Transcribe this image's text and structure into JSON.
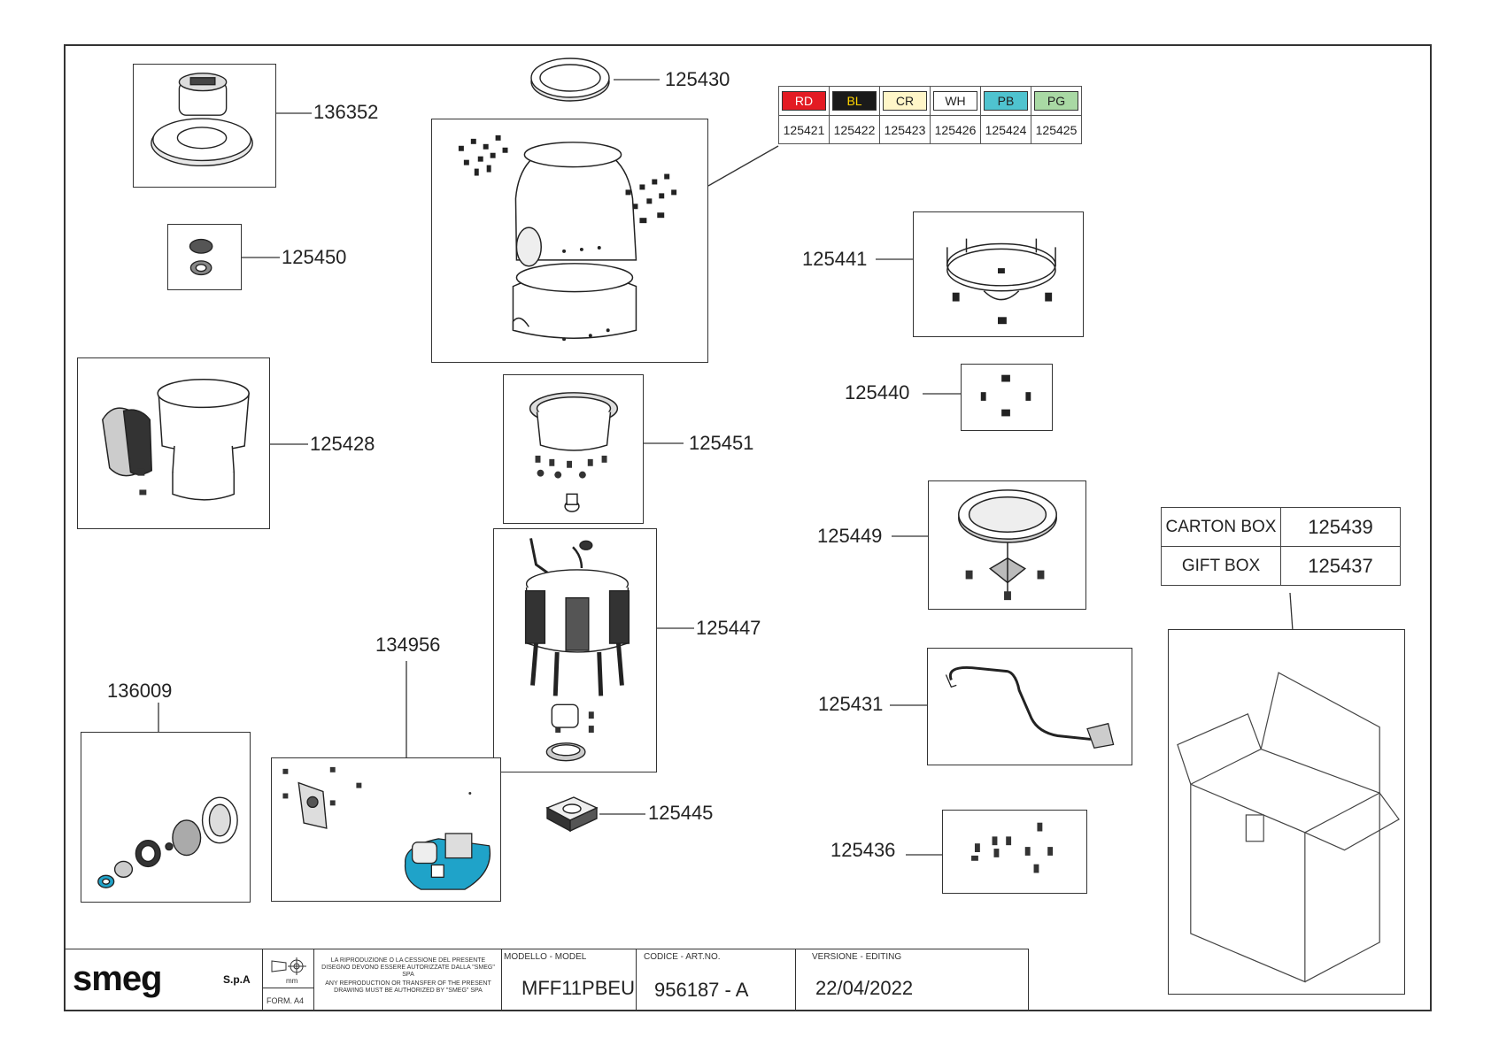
{
  "parts": {
    "p136352": "136352",
    "p125430": "125430",
    "p125450": "125450",
    "p125441": "125441",
    "p125440": "125440",
    "p125428": "125428",
    "p125451": "125451",
    "p125449": "125449",
    "p125447": "125447",
    "p134956": "134956",
    "p136009": "136009",
    "p125431": "125431",
    "p125445": "125445",
    "p125436": "125436"
  },
  "color_table": {
    "swatches": [
      {
        "code": "RD",
        "color": "#e31b23",
        "text_color": "#ffffff"
      },
      {
        "code": "BL",
        "color": "#1a1a1a",
        "text_color": "#ffd400"
      },
      {
        "code": "CR",
        "color": "#fff6c8",
        "text_color": "#333333"
      },
      {
        "code": "WH",
        "color": "#ffffff",
        "text_color": "#333333"
      },
      {
        "code": "PB",
        "color": "#4fc3cf",
        "text_color": "#333333"
      },
      {
        "code": "PG",
        "color": "#a9d9a4",
        "text_color": "#333333"
      }
    ],
    "codes": [
      "125421",
      "125422",
      "125423",
      "125426",
      "125424",
      "125425"
    ]
  },
  "packaging": {
    "carton_label": "CARTON BOX",
    "carton_code": "125439",
    "gift_label": "GIFT BOX",
    "gift_code": "125437"
  },
  "title_block": {
    "logo": "smeg",
    "logo_sub": "S.p.A",
    "unit": "mm",
    "format": "FORM. A4",
    "legal_it": "LA RIPRODUZIONE O LA CESSIONE DEL PRESENTE DISEGNO DEVONO ESSERE AUTORIZZATE DALLA \"SMEG\" SPA",
    "legal_en": "ANY REPRODUCTION OR TRANSFER OF THE PRESENT DRAWING MUST BE AUTHORIZED BY \"SMEG\" SPA",
    "model_label": "MODELLO - MODEL",
    "model_value": "MFF11PBEU",
    "code_label": "CODICE - ART.NO.",
    "code_value": "956187 - A",
    "version_label": "VERSIONE - EDITING",
    "version_value": "22/04/2022"
  }
}
